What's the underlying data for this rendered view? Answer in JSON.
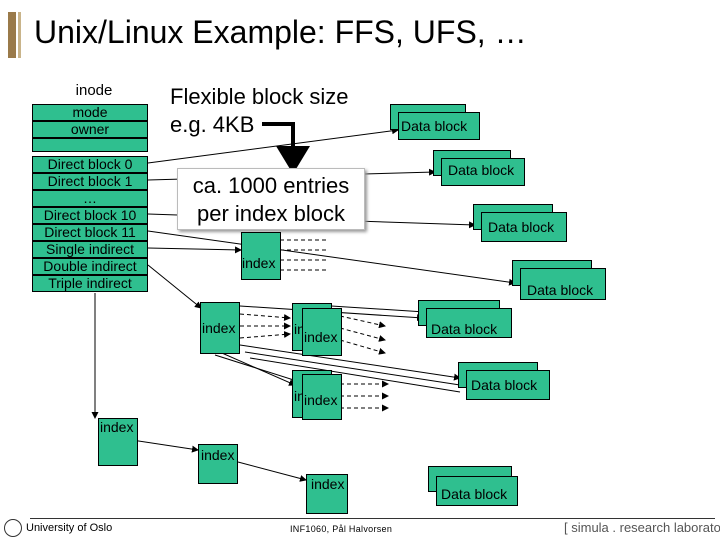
{
  "title": "Unix/Linux Example: FFS, UFS, …",
  "inode": {
    "heading": "inode",
    "fields": [
      "mode",
      "owner"
    ],
    "pointers": [
      "Direct block 0",
      "Direct block 1",
      "…",
      "Direct block 10",
      "Direct block 11",
      "Single indirect",
      "Double indirect",
      "Triple indirect"
    ]
  },
  "annotations": {
    "flexible_line1": "Flexible block size",
    "flexible_line2": "e.g. 4KB",
    "entries_line1": "ca. 1000 entries",
    "entries_line2": "per index block"
  },
  "labels": {
    "data_block": "Data block",
    "index": "index",
    "index_partial": "in"
  },
  "footer": {
    "university": "University of Oslo",
    "course": "INF1060, Pål Halvorsen",
    "lab": "[ simula . research laboratory ]"
  },
  "colors": {
    "node_fill": "#2fbf8f",
    "title_accent": "#9a7a4a"
  }
}
